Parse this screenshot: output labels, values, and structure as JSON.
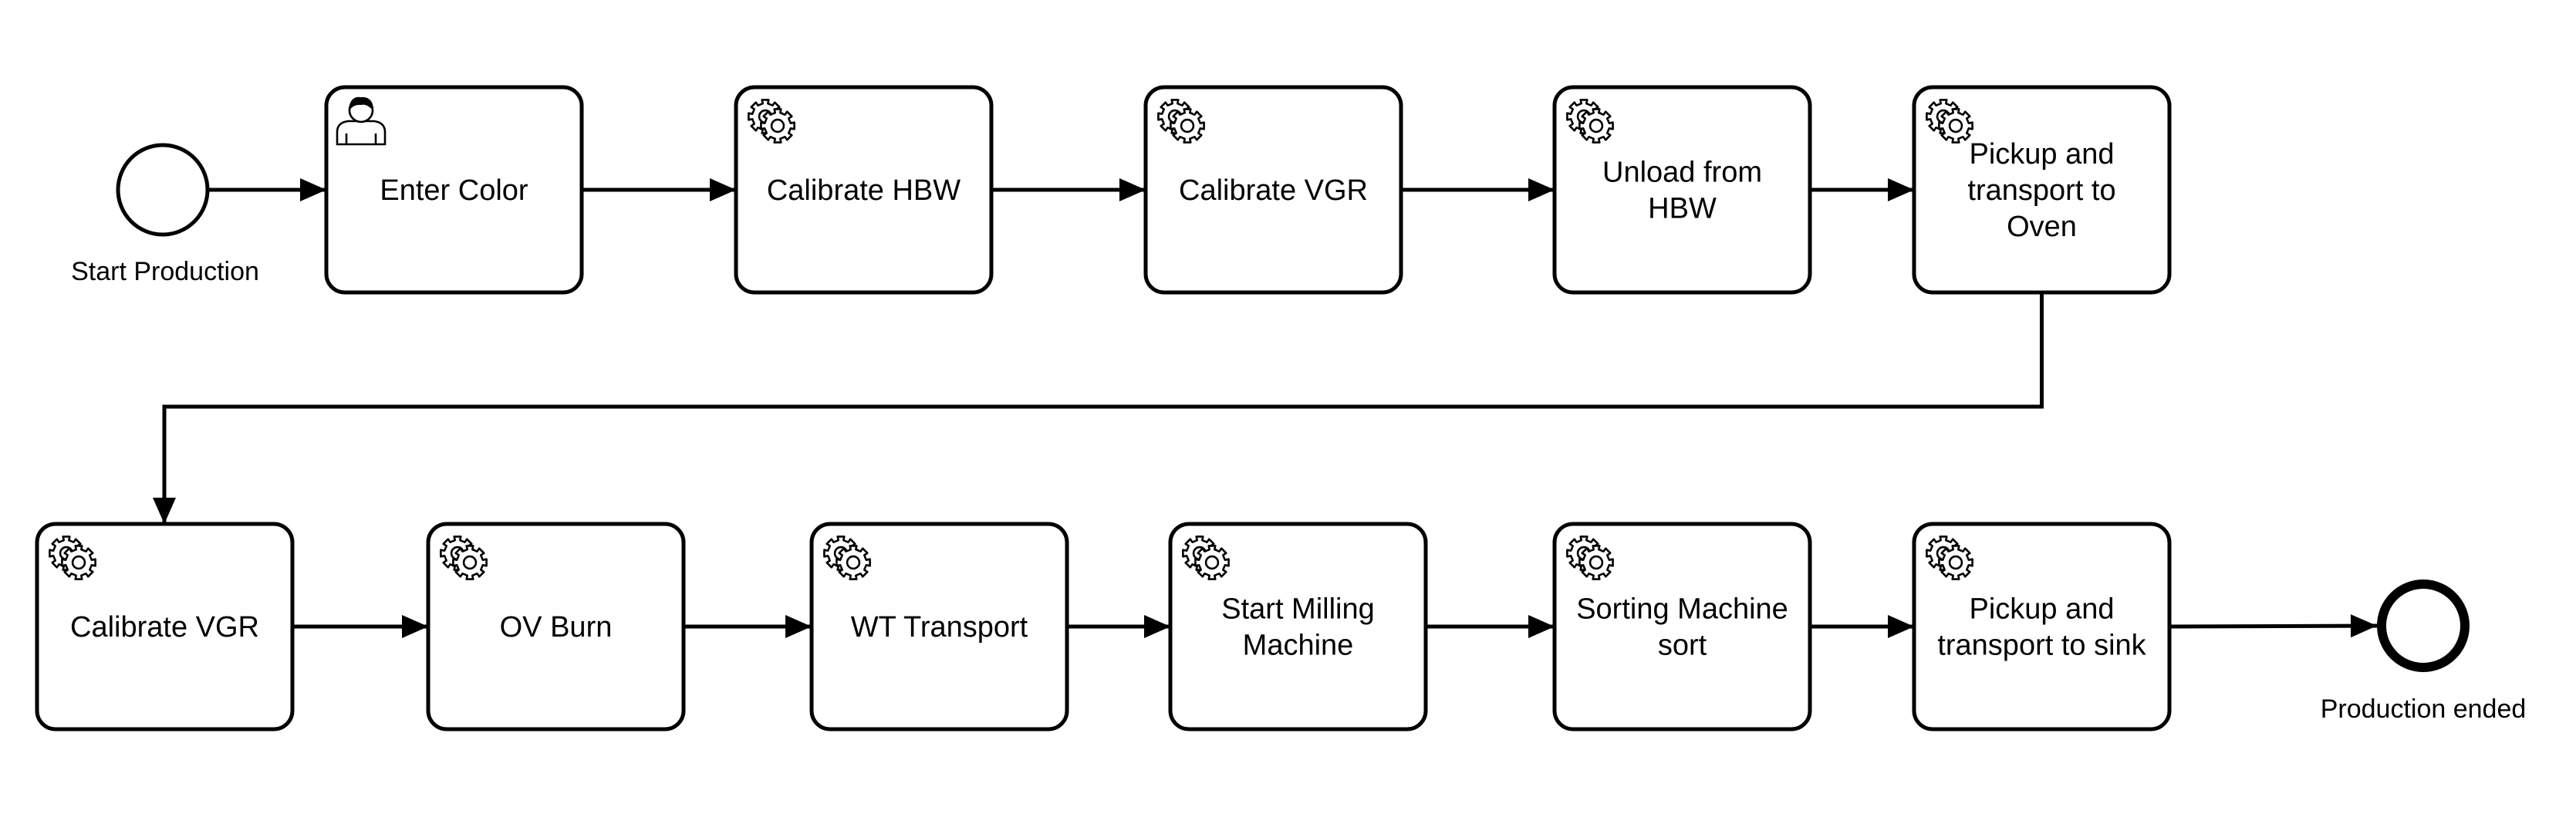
{
  "colors": {
    "stroke": "#000000",
    "fill": "#ffffff"
  },
  "events": {
    "start": {
      "label": "Start Production",
      "type": "start-event"
    },
    "end": {
      "label": "Production ended",
      "type": "end-event"
    }
  },
  "tasks": [
    {
      "id": "t1",
      "lines": [
        "Enter Color"
      ],
      "icon": "user-icon"
    },
    {
      "id": "t2",
      "lines": [
        "Calibrate HBW"
      ],
      "icon": "gear-icon"
    },
    {
      "id": "t3",
      "lines": [
        "Calibrate VGR"
      ],
      "icon": "gear-icon"
    },
    {
      "id": "t4",
      "lines": [
        "Unload from",
        "HBW"
      ],
      "icon": "gear-icon"
    },
    {
      "id": "t5",
      "lines": [
        "Pickup and",
        "transport to",
        "Oven"
      ],
      "icon": "gear-icon"
    },
    {
      "id": "t6",
      "lines": [
        "Calibrate VGR"
      ],
      "icon": "gear-icon"
    },
    {
      "id": "t7",
      "lines": [
        "OV Burn"
      ],
      "icon": "gear-icon"
    },
    {
      "id": "t8",
      "lines": [
        "WT Transport"
      ],
      "icon": "gear-icon"
    },
    {
      "id": "t9",
      "lines": [
        "Start Milling",
        "Machine"
      ],
      "icon": "gear-icon"
    },
    {
      "id": "t10",
      "lines": [
        "Sorting Machine",
        "sort"
      ],
      "icon": "gear-icon"
    },
    {
      "id": "t11",
      "lines": [
        "Pickup and",
        "transport to sink"
      ],
      "icon": "gear-icon"
    }
  ],
  "flows": [
    [
      "start",
      "t1"
    ],
    [
      "t1",
      "t2"
    ],
    [
      "t2",
      "t3"
    ],
    [
      "t3",
      "t4"
    ],
    [
      "t4",
      "t5"
    ],
    [
      "t5",
      "t6"
    ],
    [
      "t6",
      "t7"
    ],
    [
      "t7",
      "t8"
    ],
    [
      "t8",
      "t9"
    ],
    [
      "t9",
      "t10"
    ],
    [
      "t10",
      "t11"
    ],
    [
      "t11",
      "end"
    ]
  ]
}
